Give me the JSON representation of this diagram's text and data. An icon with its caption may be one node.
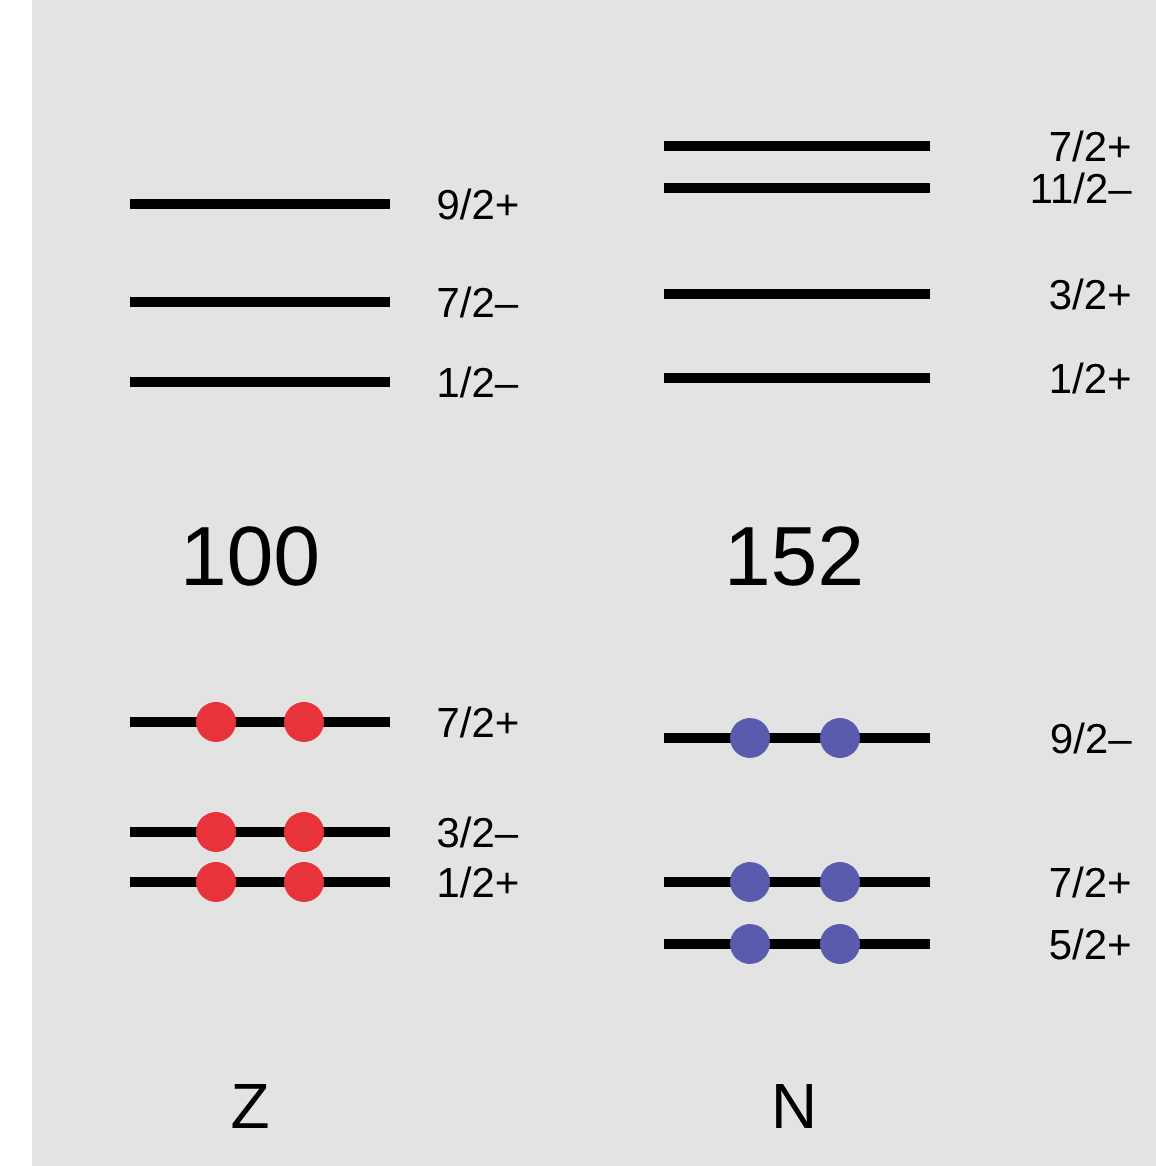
{
  "diagram": {
    "labels": [
      "9/2+",
      "7/2–",
      "1/2–",
      "7/2+",
      "11/2–",
      "3/2+",
      "1/2+",
      "100",
      "152",
      "7/2+",
      "3/2–",
      "1/2+",
      "9/2–",
      "7/2+",
      "5/2+",
      "Z",
      "N"
    ]
  }
}
